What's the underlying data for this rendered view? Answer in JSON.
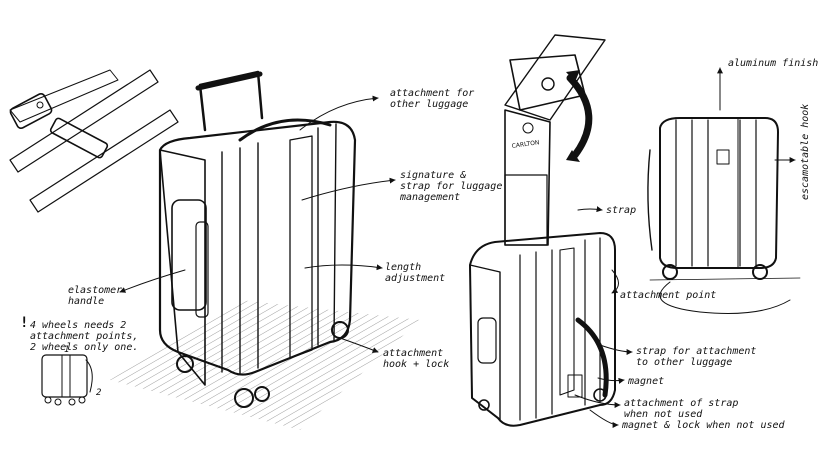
{
  "notes": {
    "attachment_other_luggage": "attachment for\nother luggage",
    "signature_strap": "signature &\nstrap for luggage\nmanagement",
    "length_adjustment": "length\nadjustment",
    "elastomer_handle": "elastomer\nhandle",
    "wheels_note": "4 wheels needs 2\nattachment points,\n2 wheels only one.",
    "hook_lock": "attachment\nhook + lock",
    "aluminum_finish": "aluminum finish",
    "escamotable_hook": "escamotable hook",
    "strap": "strap",
    "attachment_point": "attachment point",
    "strap_attachment": "strap for attachment\nto other luggage",
    "magnet": "magnet",
    "strap_not_used": "attachment of strap\nwhen not used",
    "magnet_lock_not_used": "magnet & lock when not used",
    "small_1": "1",
    "small_2": "2",
    "exclamation": "!"
  },
  "brand": {
    "logo_text": "CARLTON"
  },
  "colors": {
    "ink": "#111111",
    "shadow": "#d6d6d6",
    "paper": "#ffffff"
  }
}
